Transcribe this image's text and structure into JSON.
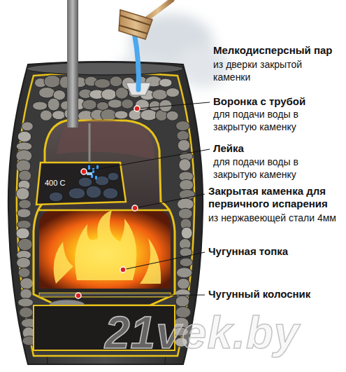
{
  "diagram": {
    "labels": [
      "Мелкодисперсный пар",
      "из дверки закрытой каменки",
      "Воронка с трубой",
      "для подачи воды в закрытую каменку",
      "Лейка",
      "для подачи воды в закрытую каменку",
      "Закрытая каменка для первичного испарения",
      "из нержавеющей стали 4мм",
      "Чугунная топка",
      "Чугунный колосник",
      "400 C",
      "21vek.by"
    ]
  }
}
